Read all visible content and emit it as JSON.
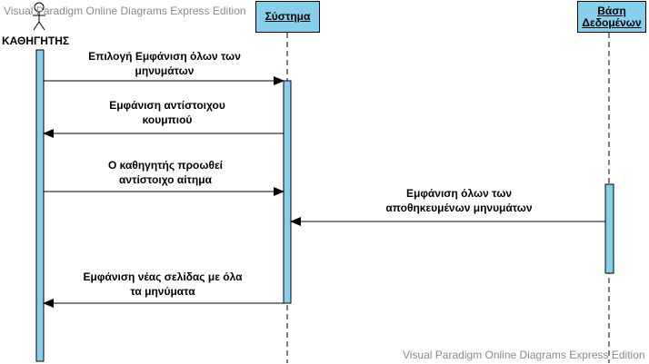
{
  "watermark": {
    "top": "Visual Paradigm Online Diagrams Express Edition",
    "bottom": "Visual Paradigm Online Diagrams Express Edition"
  },
  "participants": {
    "actor": {
      "label": "ΚΑΘΗΓΗΤΗΣ"
    },
    "system": {
      "label": "Σύστημα"
    },
    "database": {
      "line1": "Βάση",
      "line2": "Δεδομένων"
    }
  },
  "messages": [
    {
      "line1": "Επιλογή Εμφάνιση όλων των",
      "line2": "μηνυμάτων"
    },
    {
      "line1": "Εμφάνιση αντίστοιχου",
      "line2": "κουμπιού"
    },
    {
      "line1": "Ο καθηγητής προωθεί",
      "line2": "αντίστοιχο αίτημα"
    },
    {
      "line1": "Εμφάνιση όλων των",
      "line2": "αποθηκευμένων μηνυμάτων"
    },
    {
      "line1": "Εμφάνιση νέας σελίδας με όλα",
      "line2": "τα μηνύματα"
    }
  ],
  "colors": {
    "activation": "#87ceeb",
    "line": "#000000"
  }
}
